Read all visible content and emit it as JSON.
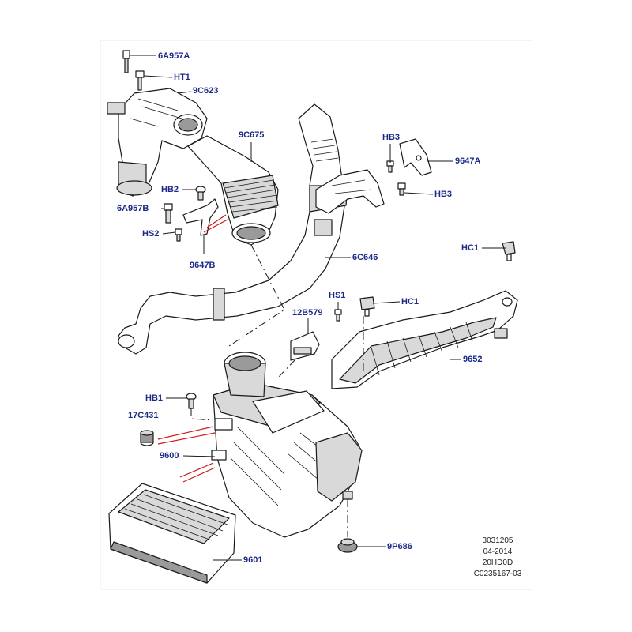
{
  "labels": {
    "l_6a957a": "6A957A",
    "l_ht1": "HT1",
    "l_9c623": "9C623",
    "l_9c675": "9C675",
    "l_hb3a": "HB3",
    "l_9647a": "9647A",
    "l_hb3b": "HB3",
    "l_hb2": "HB2",
    "l_6a957b": "6A957B",
    "l_hs2": "HS2",
    "l_9647b": "9647B",
    "l_6c646": "6C646",
    "l_hc1a": "HC1",
    "l_hs1": "HS1",
    "l_hc1b": "HC1",
    "l_12b579": "12B579",
    "l_9652": "9652",
    "l_hb1": "HB1",
    "l_17c431": "17C431",
    "l_9600": "9600",
    "l_9p686": "9P686",
    "l_9601": "9601"
  },
  "meta": {
    "line1": "3031205",
    "line2": "04-2014",
    "line3": "20HD0D",
    "line4": "C0235167-03"
  },
  "colors": {
    "label": "#1c2a86",
    "highlight_leader": "#d01818",
    "line": "#1a1a1a"
  }
}
